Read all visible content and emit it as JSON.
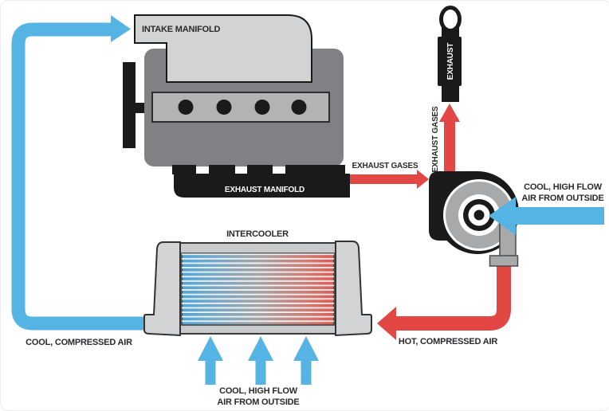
{
  "diagram": {
    "title": "Turbocharger and intercooler airflow diagram",
    "labels": {
      "intake_manifold": "INTAKE MANIFOLD",
      "exhaust_manifold": "EXHAUST MANIFOLD",
      "exhaust_gases_horizontal": "EXHAUST GASES",
      "exhaust_gases_vertical": "EXHAUST GASES",
      "exhaust_pipe": "EXHAUST",
      "intercooler": "INTERCOOLER",
      "cool_high_flow_right_line1": "COOL, HIGH FLOW",
      "cool_high_flow_right_line2": "AIR FROM OUTSIDE",
      "hot_compressed_air": "HOT, COMPRESSED AIR",
      "cool_compressed_air": "COOL, COMPRESSED AIR",
      "cool_high_flow_bottom_line1": "COOL, HIGH FLOW",
      "cool_high_flow_bottom_line2": "AIR FROM OUTSIDE"
    },
    "colors": {
      "cool_air_blue": "#55b4e4",
      "hot_air_red": "#e24743",
      "engine_block_gray": "#808184",
      "light_gray": "#d2d3d5",
      "band_gray": "#b2b3b5",
      "turbo_gray": "#a8a9ab",
      "frame_gray": "#c9cacb",
      "core_blue": "#4fa5d8",
      "core_red": "#dd5a55",
      "ink_black": "#1a1a1b",
      "text_dark": "#2a2a2c"
    }
  }
}
